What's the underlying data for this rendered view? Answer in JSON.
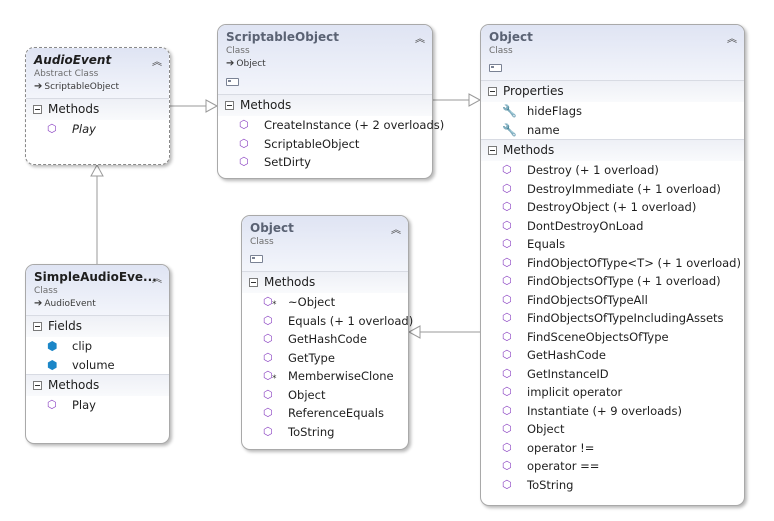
{
  "classes": {
    "audio_event": {
      "name": "AudioEvent",
      "kind": "Abstract Class",
      "base": "ScriptableObject",
      "sections": [
        {
          "title": "Methods",
          "members": [
            {
              "icon": "method",
              "label": "Play",
              "italic": true
            }
          ]
        }
      ]
    },
    "simple_audio_event": {
      "name": "SimpleAudioEve...",
      "kind": "Class",
      "base": "AudioEvent",
      "sections": [
        {
          "title": "Fields",
          "members": [
            {
              "icon": "field",
              "label": "clip"
            },
            {
              "icon": "field",
              "label": "volume"
            }
          ]
        },
        {
          "title": "Methods",
          "members": [
            {
              "icon": "method",
              "label": "Play"
            }
          ]
        }
      ]
    },
    "scriptable_object": {
      "name": "ScriptableObject",
      "kind": "Class",
      "base": "Object",
      "sections": [
        {
          "title": "Methods",
          "members": [
            {
              "icon": "method",
              "label": "CreateInstance (+ 2 overloads)"
            },
            {
              "icon": "method",
              "label": "ScriptableObject"
            },
            {
              "icon": "method",
              "label": "SetDirty"
            }
          ]
        }
      ]
    },
    "system_object": {
      "name": "Object",
      "kind": "Class",
      "sections": [
        {
          "title": "Methods",
          "members": [
            {
              "icon": "method-protected",
              "label": "~Object"
            },
            {
              "icon": "method",
              "label": "Equals (+ 1 overload)"
            },
            {
              "icon": "method",
              "label": "GetHashCode"
            },
            {
              "icon": "method",
              "label": "GetType"
            },
            {
              "icon": "method-protected",
              "label": "MemberwiseClone"
            },
            {
              "icon": "method",
              "label": "Object"
            },
            {
              "icon": "method",
              "label": "ReferenceEquals"
            },
            {
              "icon": "method",
              "label": "ToString"
            }
          ]
        }
      ]
    },
    "unity_object": {
      "name": "Object",
      "kind": "Class",
      "sections": [
        {
          "title": "Properties",
          "members": [
            {
              "icon": "property",
              "label": "hideFlags"
            },
            {
              "icon": "property",
              "label": "name"
            }
          ]
        },
        {
          "title": "Methods",
          "members": [
            {
              "icon": "method",
              "label": "Destroy (+ 1 overload)"
            },
            {
              "icon": "method",
              "label": "DestroyImmediate (+ 1 overload)"
            },
            {
              "icon": "method",
              "label": "DestroyObject (+ 1 overload)"
            },
            {
              "icon": "method",
              "label": "DontDestroyOnLoad"
            },
            {
              "icon": "method",
              "label": "Equals"
            },
            {
              "icon": "method",
              "label": "FindObjectOfType<T> (+ 1 overload)"
            },
            {
              "icon": "method",
              "label": "FindObjectsOfType (+ 1 overload)"
            },
            {
              "icon": "method",
              "label": "FindObjectsOfTypeAll"
            },
            {
              "icon": "method",
              "label": "FindObjectsOfTypeIncludingAssets"
            },
            {
              "icon": "method",
              "label": "FindSceneObjectsOfType"
            },
            {
              "icon": "method",
              "label": "GetHashCode"
            },
            {
              "icon": "method",
              "label": "GetInstanceID"
            },
            {
              "icon": "method",
              "label": "implicit operator"
            },
            {
              "icon": "method",
              "label": "Instantiate (+ 9 overloads)"
            },
            {
              "icon": "method",
              "label": "Object"
            },
            {
              "icon": "method",
              "label": "operator !="
            },
            {
              "icon": "method",
              "label": "operator =="
            },
            {
              "icon": "method",
              "label": "ToString"
            }
          ]
        }
      ]
    }
  },
  "icons": {
    "collapse": "chevron-up-icon",
    "section_toggle": "minus-box-icon",
    "method": "cube-icon",
    "field": "field-cube-icon",
    "property": "wrench-icon",
    "inherits": "inheritance-arrow-icon"
  },
  "colors": {
    "header_top": "#dfe4f3",
    "header_bottom": "#f3f5fb",
    "method_icon": "#8a42c2",
    "field_icon": "#1b86c7",
    "border": "#a9a9a9",
    "connector": "#9a9a9a"
  }
}
